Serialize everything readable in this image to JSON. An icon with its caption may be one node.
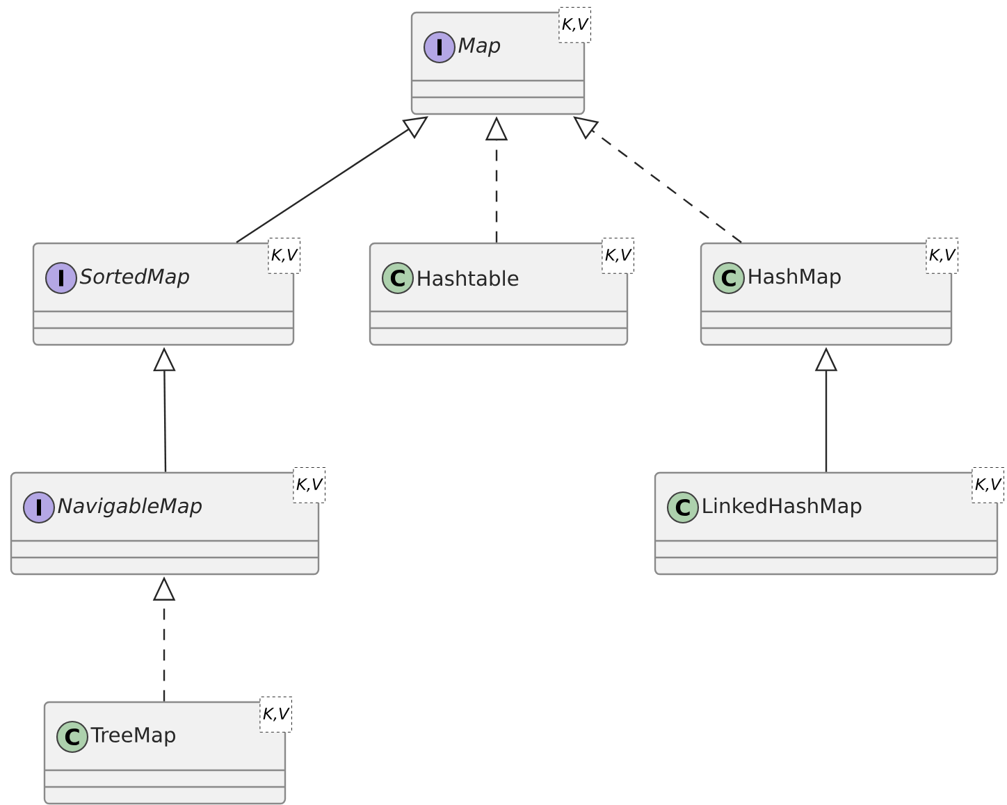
{
  "diagram": {
    "nodes": [
      {
        "text": [
          "I",
          "Map",
          "K,V"
        ]
      },
      {
        "text": [
          "I",
          "SortedMap",
          "K,V"
        ]
      },
      {
        "text": [
          "C",
          "Hashtable",
          "K,V"
        ]
      },
      {
        "text": [
          "C",
          "HashMap",
          "K,V"
        ]
      },
      {
        "text": [
          "I",
          "NavigableMap",
          "K,V"
        ]
      },
      {
        "text": [
          "C",
          "LinkedHashMap",
          "K,V"
        ]
      },
      {
        "text": [
          "C",
          "TreeMap",
          "K,V"
        ]
      }
    ],
    "edges": [
      {
        "from": 1,
        "to": 0,
        "arrow": "to"
      },
      {
        "from": 2,
        "to": 0,
        "arrow": "to",
        "style": "dashed"
      },
      {
        "from": 3,
        "to": 0,
        "arrow": "to",
        "style": "dashed"
      },
      {
        "from": 4,
        "to": 1,
        "arrow": "to"
      },
      {
        "from": 6,
        "to": 4,
        "arrow": "to",
        "style": "dashed"
      },
      {
        "from": 5,
        "to": 3,
        "arrow": "to"
      }
    ]
  }
}
